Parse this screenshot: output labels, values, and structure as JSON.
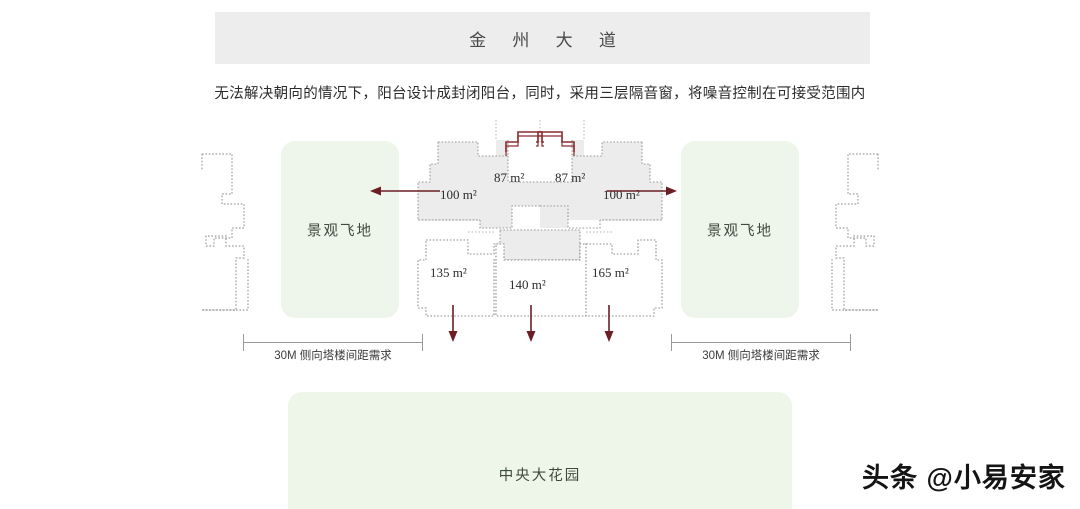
{
  "title_band": {
    "text": "金 州 大 道"
  },
  "caption": {
    "text": "无法解决朝向的情况下，阳台设计成封闭阳台，同时，采用三层隔音窗，将噪音控制在可接受范围内"
  },
  "enclaves": {
    "left_label": "景观飞地",
    "right_label": "景观飞地"
  },
  "garden": {
    "label": "中央大花园"
  },
  "dimensions": {
    "left_label": "30M 侧向塔楼间距需求",
    "right_label": "30M 侧向塔楼间距需求"
  },
  "units": {
    "upper_left_100": "100 m²",
    "upper_left_87": "87 m²",
    "upper_right_87": "87 m²",
    "upper_right_100": "100 m²",
    "lower_left_135": "135 m²",
    "lower_center_140": "140 m²",
    "lower_right_165": "165 m²"
  },
  "watermark": {
    "text": "头条 @小易安家"
  },
  "colors": {
    "accent_maroon": "#6b1f25",
    "balcony_outline": "#8c2b30",
    "band_gray": "#ededed",
    "plan_fill": "#ececec",
    "green_enclave": "#eef5ea",
    "green_garden": "#eef6ea",
    "outline_gray": "#8d8d8d"
  }
}
